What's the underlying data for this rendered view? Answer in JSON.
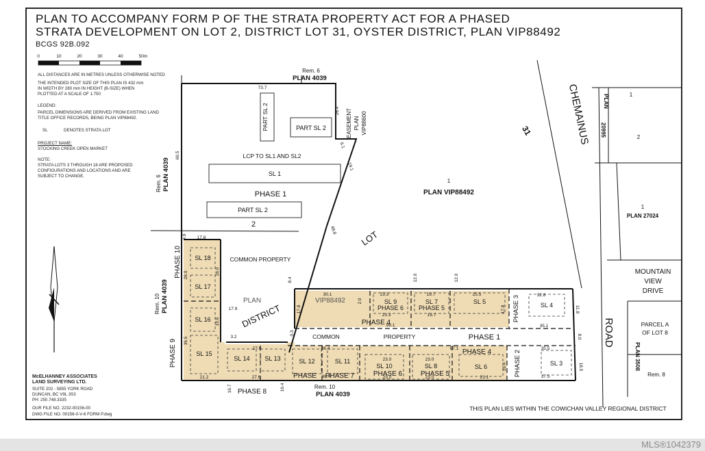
{
  "title": {
    "line1": "PLAN TO ACCOMPANY FORM P OF THE STRATA PROPERTY ACT FOR A PHASED",
    "line2": "STRATA DEVELOPMENT ON LOT 2, DISTRICT LOT 31, OYSTER DISTRICT, PLAN VIP88492"
  },
  "bcgs": "BCGS 92B.092",
  "scale": {
    "ticks": [
      "0",
      "10",
      "20",
      "30",
      "40",
      "50m"
    ]
  },
  "notes": {
    "distances": "ALL DISTANCES ARE IN METRES UNLESS OTHERWISE NOTED",
    "plot_size": [
      "THE INTENDED PLOT SIZE OF THIS PLAN IS 432 mm",
      "IN WIDTH BY 280 mm IN HEIGHT (B-SIZE) WHEN",
      "PLOTTED AT A SCALE OF 1:750"
    ],
    "legend_title": "LEGEND:",
    "legend": [
      "PARCEL DIMENSIONS ARE DERIVED FROM EXISTING LAND",
      "TITLE OFFICE RECORDS, BEING PLAN VIP88492."
    ],
    "sl_abbr": "SL",
    "sl_desc": "DENOTES STRATA LOT",
    "project_name_label": "PROJECT NAME:",
    "project_name": "STOCKING CREEK OPEN MARKET",
    "note_title": "NOTE:",
    "note": [
      "STRATA LOTS 3 THROUGH 18 ARE PROPOSED",
      "CONFIGURATIONS AND LOCATIONS AND ARE",
      "SUBJECT TO CHANGE."
    ]
  },
  "surveyor": {
    "name": [
      "McELHANNEY ASSOCIATES",
      "LAND SURVEYING LTD."
    ],
    "address": [
      "SUITE 202 - 5855 YORK ROAD",
      "DUNCAN, BC  V9L 3S3",
      "PH: 250.748.3335"
    ],
    "file_no": "OUR FILE NO. 2232-00156-00",
    "dwg_file": "DWG FILE NO. 00156-0-V-6 FORM P.dwg"
  },
  "footer_note": "THIS PLAN LIES WITHIN THE COWICHAN VALLEY REGIONAL DISTRICT",
  "watermark": "MLS®1042379",
  "plan": {
    "rem6_top": "Rem. 6",
    "plan4039_top": "PLAN 4039",
    "rem6_left": "Rem. 6",
    "plan4039_left": "PLAN 4039",
    "rem10_left": "Rem. 10",
    "plan4039_left2": "PLAN 4039",
    "rem10_bottom": "Rem. 10",
    "plan4039_bottom": "PLAN 4039",
    "easement": [
      "EASEMENT",
      "PLAN",
      "VIP88600"
    ],
    "lcp": "LCP TO SL1 AND SL2",
    "phase1": "PHASE 1",
    "lot2_num": "2",
    "lot_word": "LOT",
    "plan_vip_label": "PLAN VIP88492",
    "plan_vip_num": "1",
    "chemainus": "CHEMAINUS",
    "road": "ROAD",
    "lot31": "31",
    "plan_side": "PLAN",
    "plan_20995": "20995",
    "lot1_right": "1",
    "lot2_right": "2",
    "plan27024_num": "1",
    "plan27024": "PLAN 27024",
    "mountain_view": [
      "MOUNTAIN",
      "VIEW",
      "DRIVE"
    ],
    "parcel_a": [
      "PARCEL A",
      "OF LOT 8"
    ],
    "plan3508": "PLAN 3508",
    "rem8": "Rem. 8",
    "common_property": "COMMON PROPERTY",
    "common": "COMMON",
    "property": "PROPERTY",
    "district": "DISTRICT",
    "plan_word": "PLAN",
    "vip88492_mid": "VIP88492",
    "phase_labels": [
      "PHASE 10",
      "PHASE 9",
      "PHASE 8",
      "PHASE 7",
      "PHASE 4",
      "PHASE 4",
      "PHASE 3",
      "PHASE 2",
      "PHASE 6",
      "PHASE 5",
      "PHASE 6",
      "PHASE 5",
      "PHASE 1",
      "PHASE"
    ],
    "sl": [
      "SL 1",
      "PART SL 2",
      "PART SL 2",
      "PART SL 2",
      "SL 3",
      "SL 4",
      "SL 5",
      "SL 6",
      "SL 7",
      "SL 8",
      "SL 9",
      "SL 10",
      "SL 11",
      "SL 12",
      "SL 13",
      "SL 14",
      "SL 15",
      "SL 16",
      "SL 17",
      "SL 18"
    ],
    "dims": [
      "73.7",
      "26.4",
      "69.5",
      "19.1",
      "48.8",
      "6.1",
      "17.8",
      "4.9",
      "28.0",
      "28.0",
      "17.9",
      "19.6",
      "36.5",
      "3.2",
      "21.2",
      "27.6",
      "27.6",
      "36.4",
      "36.4",
      "16.7",
      "16.4",
      "0.3",
      "8.4",
      "17.8",
      "30.1",
      "23.3",
      "19.7",
      "25.5",
      "12.0",
      "12.0",
      "2.0",
      "23.3",
      "19.7",
      "17.8",
      "99.1",
      "32.8",
      "11.8",
      "35.1",
      "8.0",
      "67.1",
      "35.5",
      "37.5",
      "18.5",
      "23.0",
      "23.0",
      "23.0",
      "23.0",
      "21.1",
      "16.4"
    ]
  }
}
